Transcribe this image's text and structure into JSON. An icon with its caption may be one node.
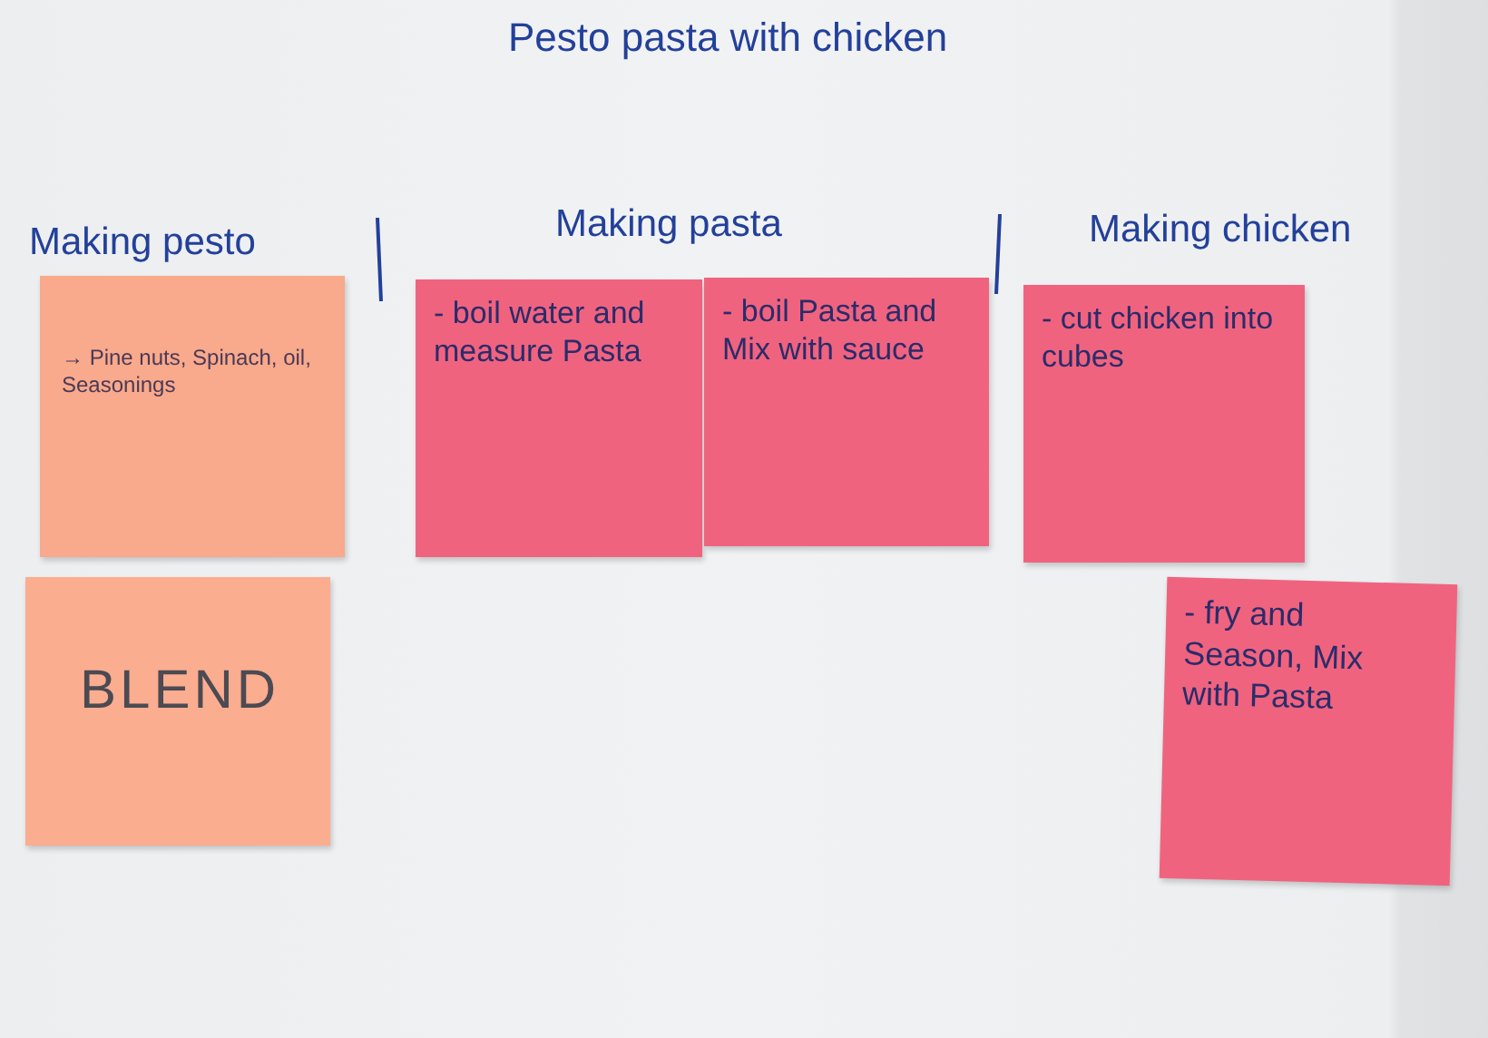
{
  "diagram": {
    "title": "Pesto pasta with chicken",
    "nodes": [
      {
        "text": [
          "→ Pine nuts, Spinach, oil, Seasonings"
        ]
      },
      {
        "text": [
          "BLEND"
        ]
      },
      {
        "text": [
          "- boil water and measure Pasta"
        ]
      },
      {
        "text": [
          "- boil Pasta and Mix with sauce"
        ]
      },
      {
        "text": [
          "- cut chicken into cubes"
        ]
      },
      {
        "text": [
          "- fry and Season, Mix with Pasta"
        ]
      }
    ],
    "edges": [],
    "labels": [
      "Making pesto",
      "Making pasta",
      "Making chicken"
    ]
  }
}
